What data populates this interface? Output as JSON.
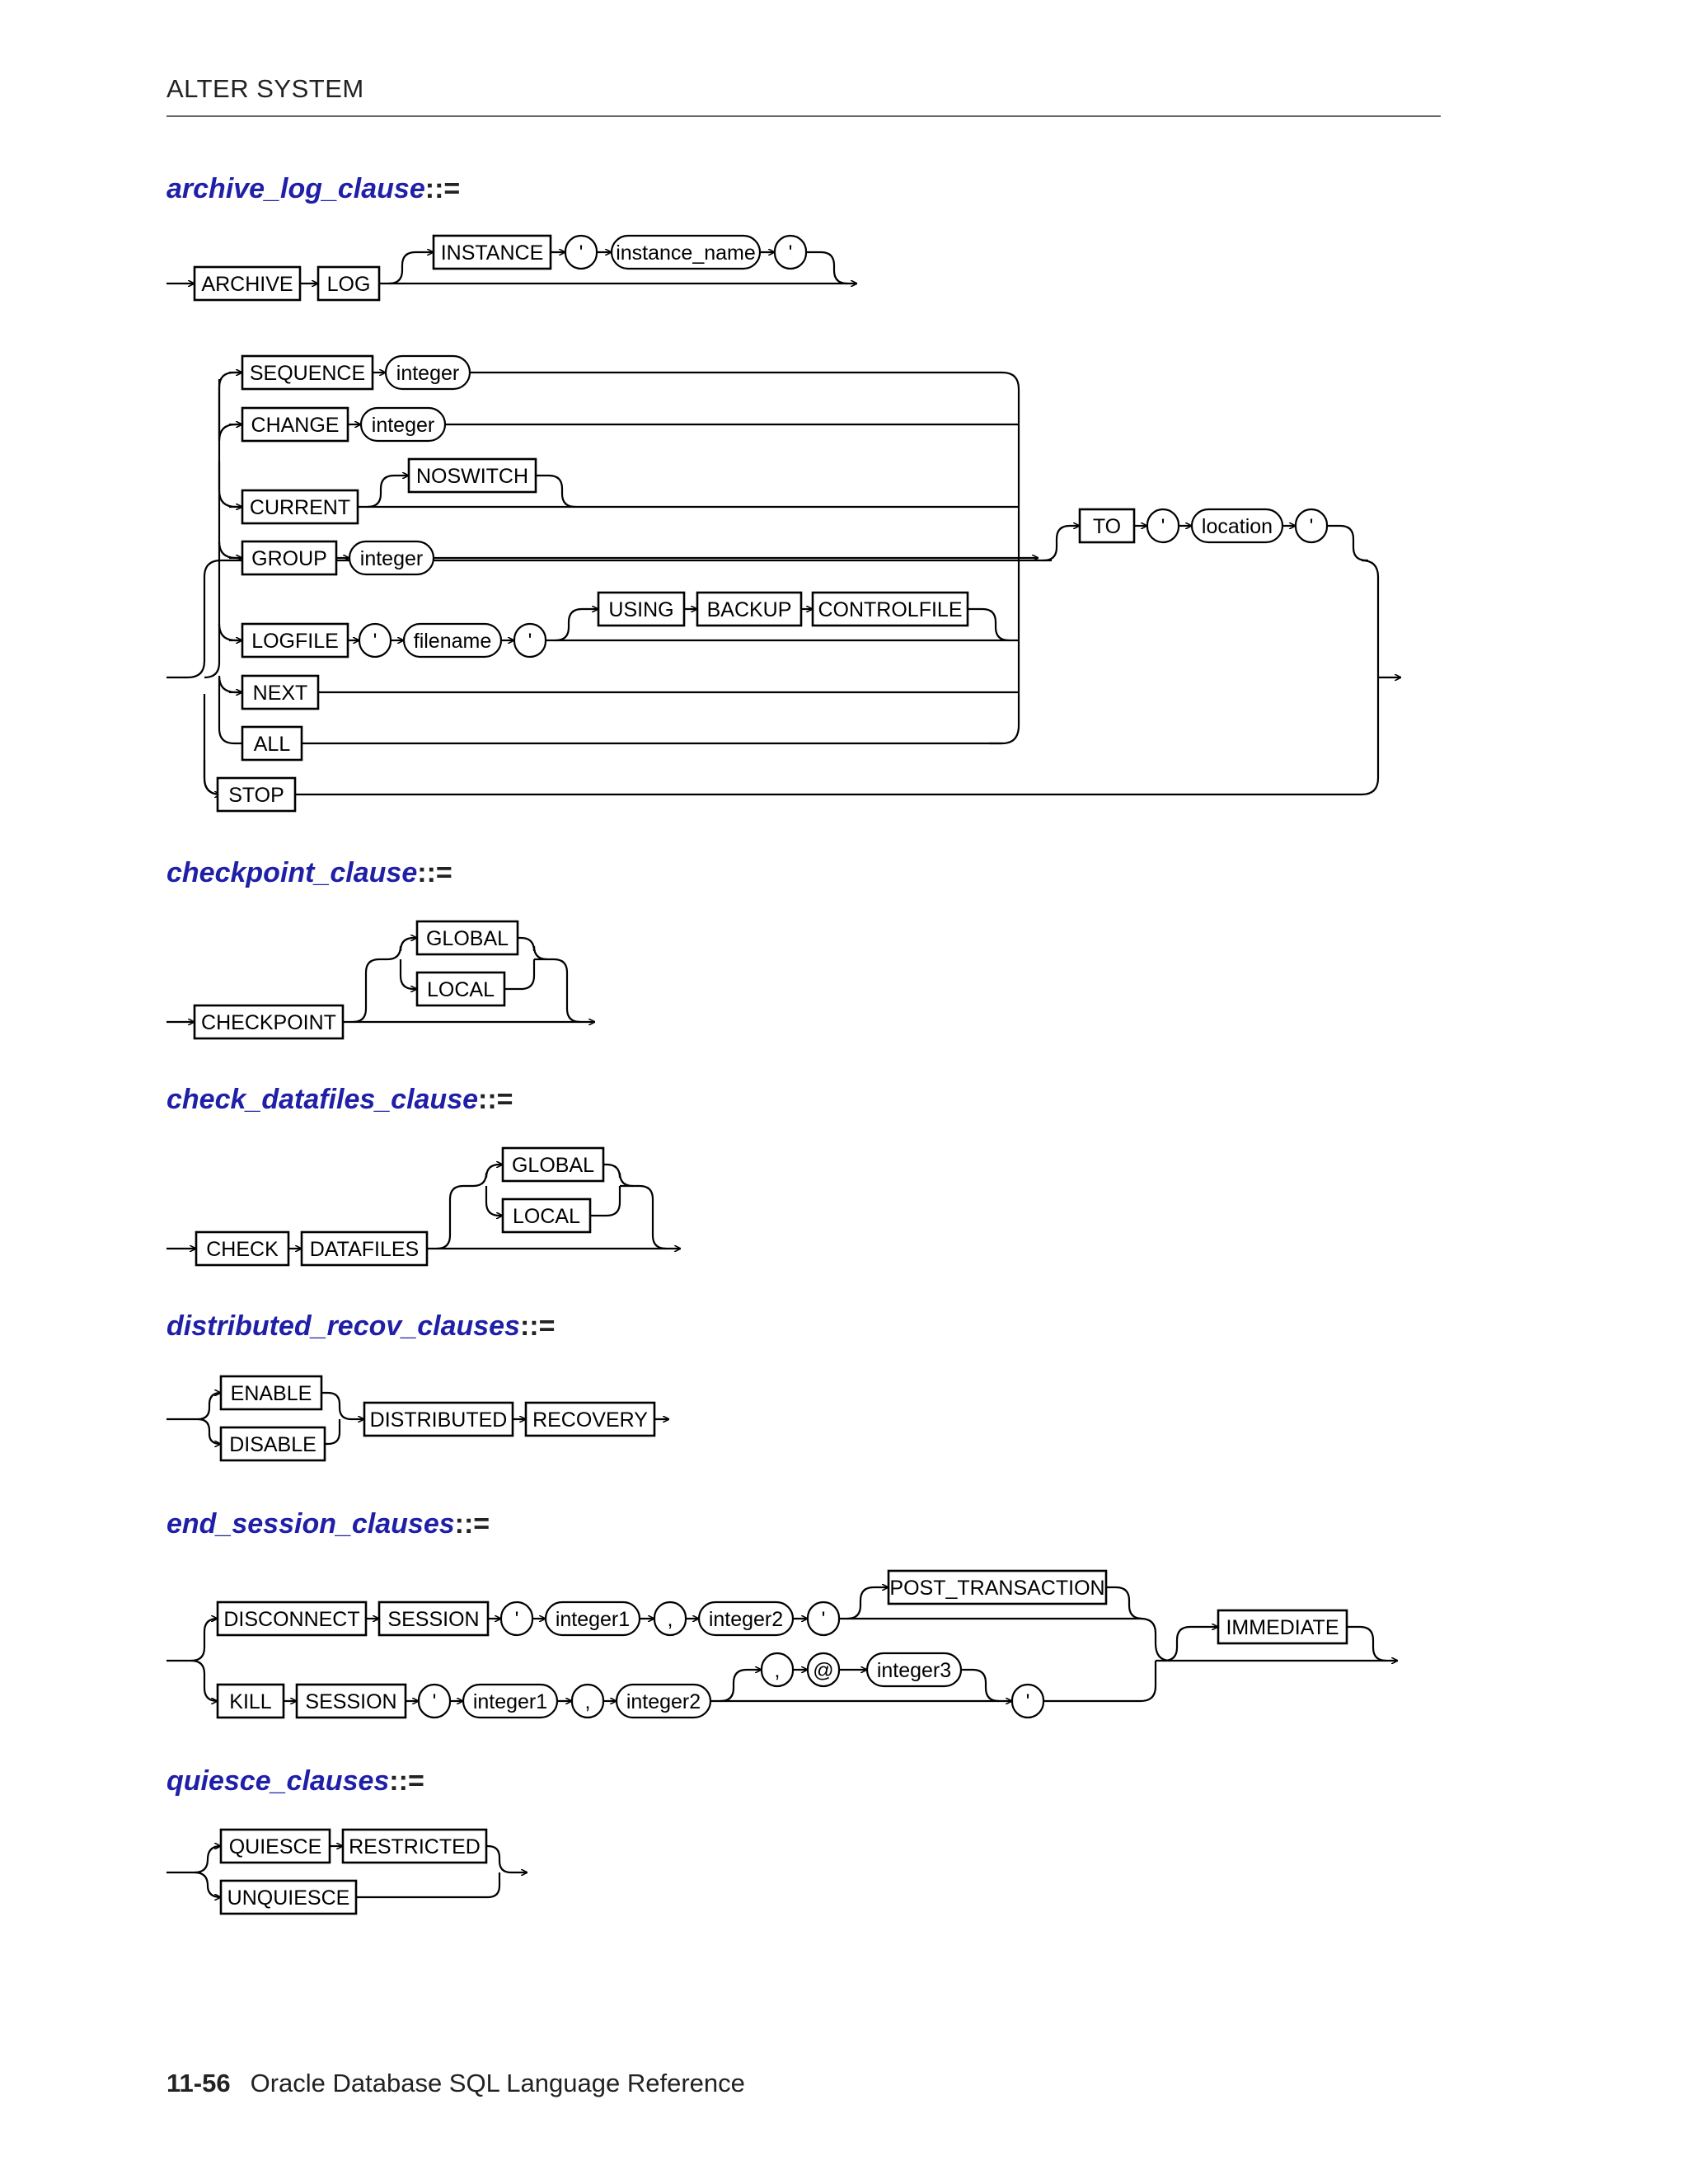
{
  "header": {
    "section": "ALTER SYSTEM"
  },
  "footer": {
    "page_number": "11-56",
    "book_title": "Oracle Database SQL Language Reference"
  },
  "clauses": [
    {
      "name": "archive_log_clause",
      "defop": "::="
    },
    {
      "name": "checkpoint_clause",
      "defop": "::="
    },
    {
      "name": "check_datafiles_clause",
      "defop": "::="
    },
    {
      "name": "distributed_recov_clauses",
      "defop": "::="
    },
    {
      "name": "end_session_clauses",
      "defop": "::="
    },
    {
      "name": "quiesce_clauses",
      "defop": "::="
    }
  ],
  "tokens": {
    "archive": "ARCHIVE",
    "log": "LOG",
    "instance": "INSTANCE",
    "quote": "'",
    "instance_name": "instance_name",
    "sequence": "SEQUENCE",
    "integer": "integer",
    "change": "CHANGE",
    "current": "CURRENT",
    "noswitch": "NOSWITCH",
    "group": "GROUP",
    "logfile": "LOGFILE",
    "filename": "filename",
    "using": "USING",
    "backup": "BACKUP",
    "controlfile": "CONTROLFILE",
    "next": "NEXT",
    "all": "ALL",
    "stop": "STOP",
    "to": "TO",
    "location": "location",
    "checkpoint": "CHECKPOINT",
    "global": "GLOBAL",
    "local": "LOCAL",
    "check": "CHECK",
    "datafiles": "DATAFILES",
    "enable": "ENABLE",
    "disable": "DISABLE",
    "distributed": "DISTRIBUTED",
    "recovery": "RECOVERY",
    "disconnect": "DISCONNECT",
    "session": "SESSION",
    "integer1": "integer1",
    "comma": ",",
    "integer2": "integer2",
    "post_transaction": "POST_TRANSACTION",
    "immediate": "IMMEDIATE",
    "kill": "KILL",
    "at": "@",
    "integer3": "integer3",
    "quiesce": "QUIESCE",
    "restricted": "RESTRICTED",
    "unquiesce": "UNQUIESCE"
  }
}
